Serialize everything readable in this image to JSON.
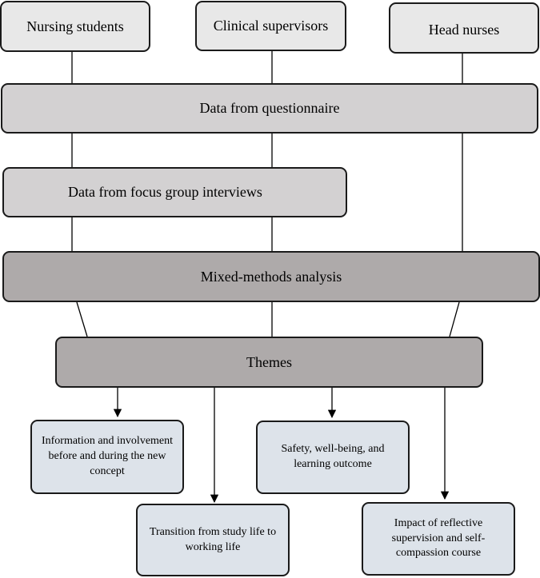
{
  "sources": {
    "students": "Nursing students",
    "supervisors": "Clinical supervisors",
    "head_nurses": "Head nurses"
  },
  "questionnaire": "Data from questionnaire",
  "focus_group": "Data from focus group interviews",
  "analysis": "Mixed-methods analysis",
  "themes_header": "Themes",
  "themes": {
    "information": "Information and involvement before and during the new concept",
    "transition": "Transition from study life to working life",
    "safety": "Safety, well-being, and learning outcome",
    "impact": "Impact of reflective supervision and self-compassion course"
  },
  "colors": {
    "source_fill": "#e8e8e8",
    "data_fill": "#d3d1d2",
    "analysis_fill": "#aeaaaa",
    "theme_fill": "#dde3ea"
  }
}
